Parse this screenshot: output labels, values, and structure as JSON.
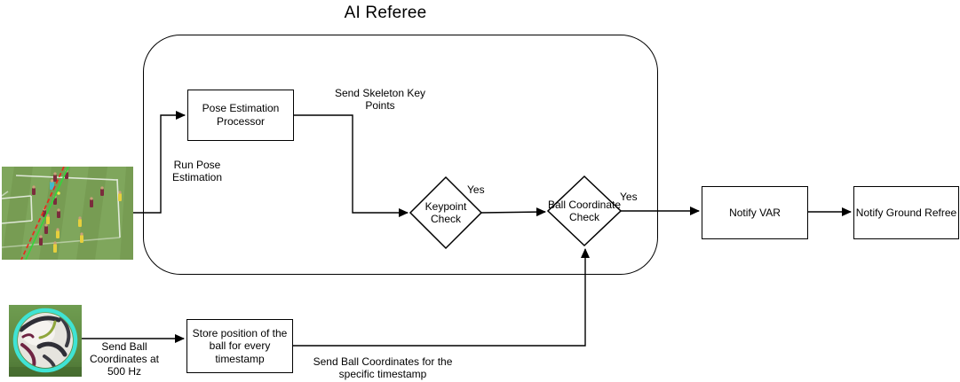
{
  "title": "AI Referee",
  "nodes": {
    "pose_processor": "Pose Estimation Processor",
    "keypoint_check": "Keypoint Check",
    "ball_coordinate_check": "Ball Coordinate Check",
    "notify_var": "Notify VAR",
    "notify_ground_refree": "Notify Ground Refree",
    "store_position": "Store position of the ball for every timestamp"
  },
  "labels": {
    "run_pose": "Run Pose Estimation",
    "send_skeleton": "Send Skeleton Key Points",
    "keypoint_yes": "Yes",
    "ball_coordinate_yes": "Yes",
    "send_ball_500hz": "Send Ball Coordinates at 500 Hz",
    "send_ball_timestamp": "Send Ball Coordinates for the specific timestamp"
  },
  "images": {
    "match_frame": "soccer-match-frame-with-offside-lines",
    "ball_frame": "tracked-ball-frame-with-cyan-ring"
  },
  "colors": {
    "line": "#000000",
    "background": "#ffffff",
    "pitch_green": "#7fa65c",
    "offside_line_red": "#e82a1e",
    "offside_line_green": "#37d33c",
    "ball_ring_cyan": "#3fe3d4",
    "team_a_maroon": "#7b2c3c",
    "team_b_yellow": "#e6cf3d",
    "goalkeeper_teal": "#45b8c8"
  }
}
